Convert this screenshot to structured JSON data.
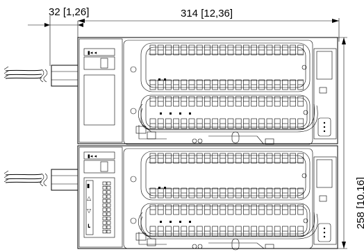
{
  "dimensions": {
    "cable_offset": "32 [1,26]",
    "width": "314 [12,36]",
    "height": "258 [10.16]"
  }
}
